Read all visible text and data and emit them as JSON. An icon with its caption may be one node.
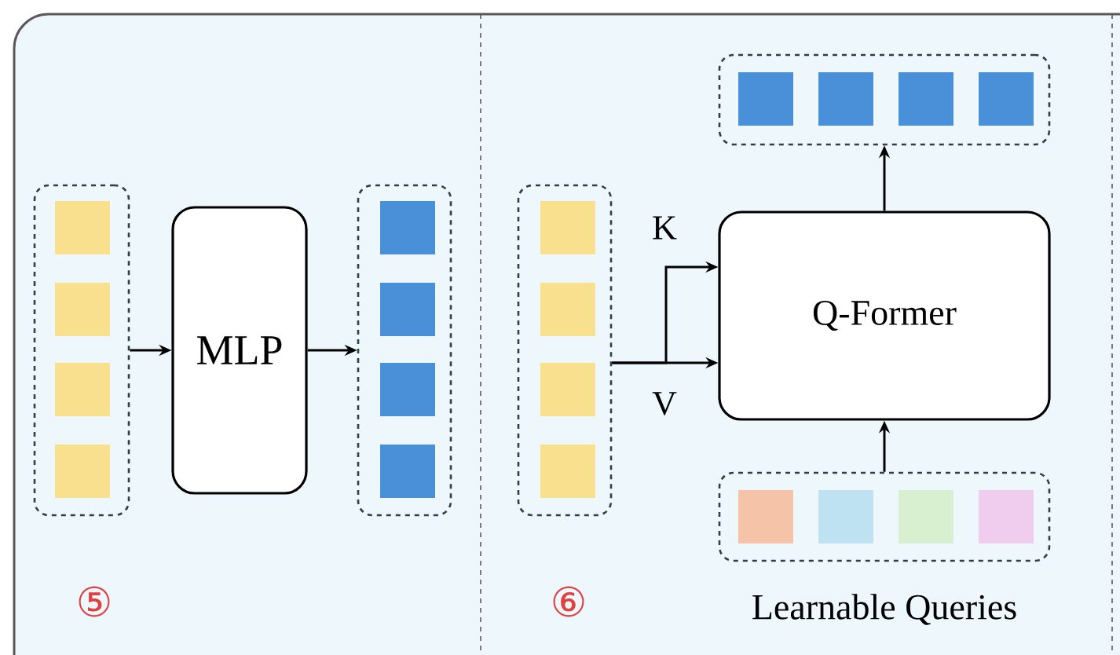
{
  "diagram": {
    "nodes": [
      {
        "text": [],
        "shape": "box"
      },
      {
        "text": [
          "MLP"
        ]
      },
      {
        "text": [],
        "shape": "box"
      },
      {
        "text": [],
        "shape": "box"
      },
      {
        "text": [
          "Q-Former"
        ]
      },
      {
        "text": [],
        "shape": "box"
      },
      {
        "text": [],
        "shape": "box",
        "beside": [
          "Learnable Queries"
        ]
      }
    ],
    "edges": [
      {
        "from": 0,
        "to": 1,
        "arrow": "to"
      },
      {
        "from": 1,
        "to": 2,
        "arrow": "to"
      },
      {
        "from": 3,
        "to": 4,
        "arrow": "to",
        "label": "K"
      },
      {
        "from": 3,
        "to": 4,
        "arrow": "to",
        "label": "V"
      },
      {
        "from": 4,
        "to": 5,
        "arrow": "to"
      },
      {
        "from": 6,
        "to": 4,
        "arrow": "to"
      }
    ],
    "labels": [
      "⑤",
      "⑥"
    ]
  }
}
